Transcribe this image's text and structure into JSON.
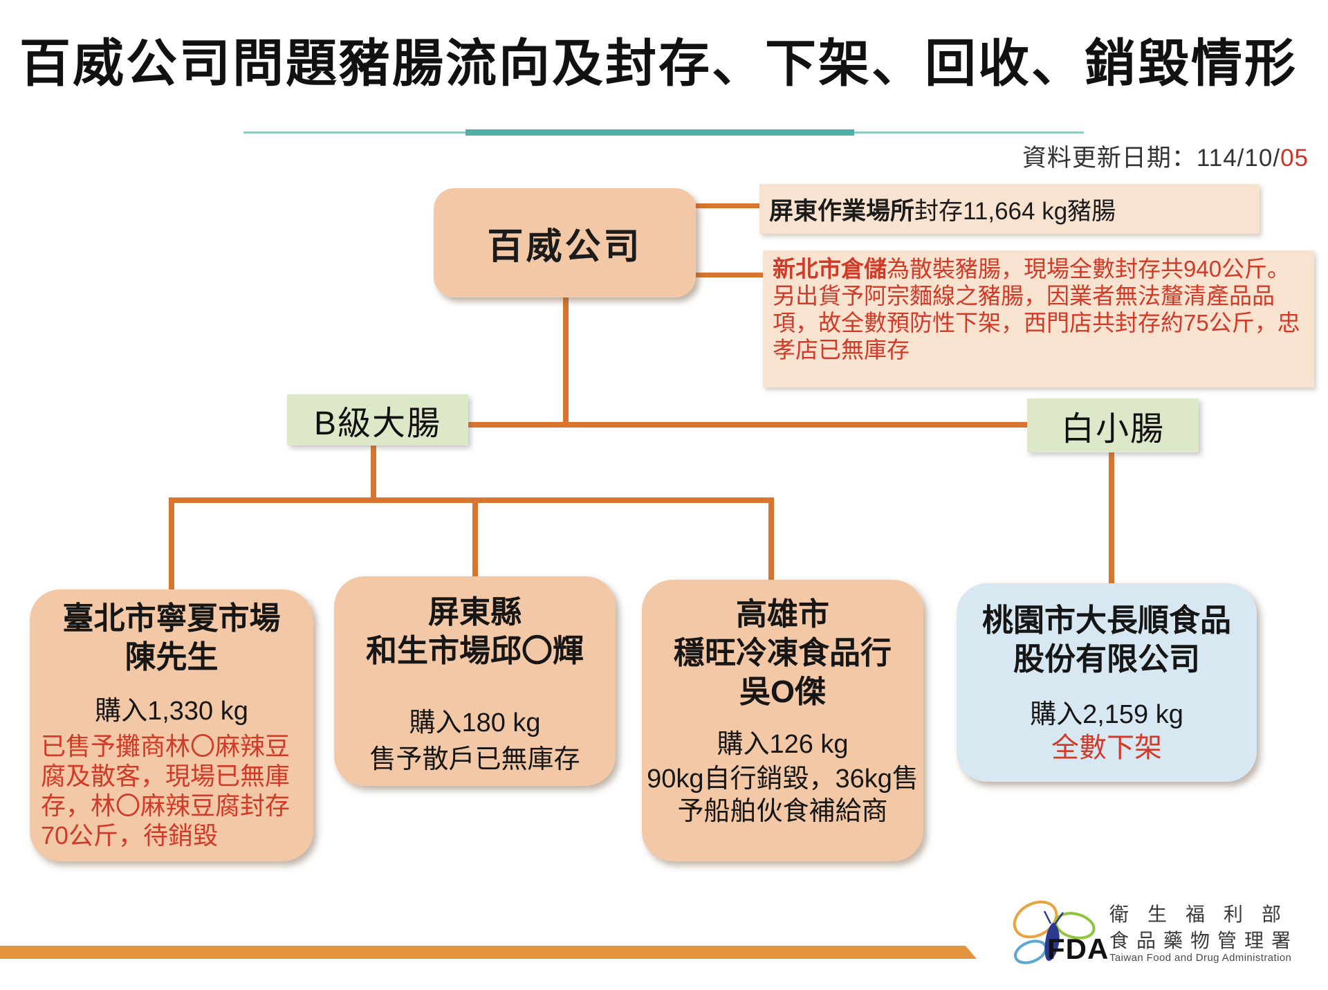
{
  "slide": {
    "title": "百威公司問題豬腸流向及封存、下架、回收、銷毀情形",
    "updated_label": "資料更新日期：114/10/",
    "updated_highlight": "05"
  },
  "flow": {
    "root": "百威公司",
    "notes": [
      {
        "lead": "屏東作業場所",
        "body": "封存11,664 kg豬腸"
      },
      {
        "lead": "新北市倉儲",
        "body": "為散裝豬腸，現場全數封存共940公斤。另出貨予阿宗麵線之豬腸，因業者無法釐清產品品項，故全數預防性下架，西門店共封存約75公斤，忠孝店已無庫存"
      }
    ],
    "categories": [
      {
        "label": "B級大腸"
      },
      {
        "label": "白小腸"
      }
    ],
    "buyers": [
      {
        "name": "臺北市寧夏市場\n陳先生",
        "purchase": "購入1,330 kg",
        "status_red": "已售予攤商林〇麻辣豆腐及散客，現場已無庫存，林〇麻辣豆腐封存70公斤，待銷毀"
      },
      {
        "name": "屏東縣\n和生市場邱〇輝",
        "purchase": "購入180 kg",
        "status": "售予散戶已無庫存"
      },
      {
        "name": "高雄市\n穩旺冷凍食品行\n吳O傑",
        "purchase": "購入126 kg",
        "status": "90kg自行銷毀，36kg售予船舶伙食補給商"
      },
      {
        "name": "桃園市大長順食品\n股份有限公司",
        "purchase": "購入2,159 kg",
        "status_red": "全數下架"
      }
    ]
  },
  "footer": {
    "fda": "FDA",
    "org_zh1": "衛生福利部",
    "org_zh2": "食品藥物管理署",
    "org_en": "Taiwan Food and Drug Administration"
  },
  "colors": {
    "connector_orange": "#D9752F",
    "box_peach": "#F3C8A6",
    "box_peach_light": "#F8E3D0",
    "box_green": "#DCE8C8",
    "box_blue": "#D8E8F2",
    "alert_red": "#D23A28",
    "divider_teal": "#4FAFA5",
    "stripe_orange": "#E2953E"
  }
}
